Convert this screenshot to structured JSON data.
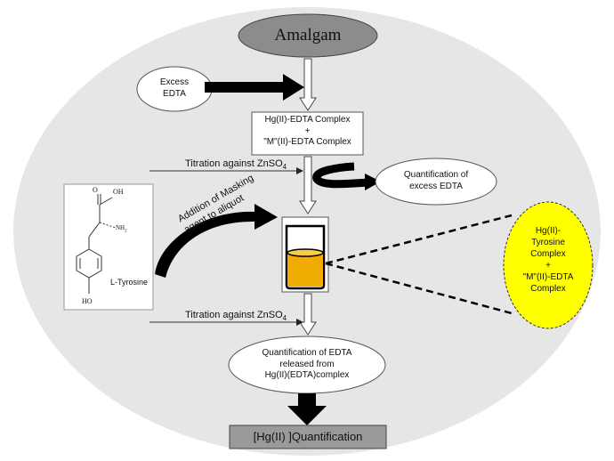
{
  "diagram": {
    "start": "Amalgam",
    "excess_edta": [
      "Excess",
      "EDTA"
    ],
    "complex_box": [
      "Hg(II)-EDTA Complex",
      "+",
      "\"M\"(II)-EDTA Complex"
    ],
    "titration_label": "Titration against ZnSO",
    "titration_sub": "4",
    "quant_excess": [
      "Quantification of",
      "excess EDTA"
    ],
    "masking": [
      "Addition of Masking",
      "agent to aliquot"
    ],
    "tyrosine_label": "L-Tyrosine",
    "molecule": {
      "oh_acid": "OH",
      "carbonyl": "O",
      "amine": "NH",
      "amine_sub": "2",
      "phenol": "HO"
    },
    "yellow_ellipse": [
      "Hg(II)-",
      "Tyrosine",
      "Complex",
      "+",
      "\"M\"(II)-EDTA",
      "Complex"
    ],
    "quant_released": [
      "Quantification of EDTA",
      "released from",
      "Hg(II)(EDTA)complex"
    ],
    "final": "[Hg(II) ]Quantification"
  },
  "colors": {
    "background_ellipse": "#e6e6e6",
    "amalgam_fill": "#8c8c8c",
    "final_fill": "#9a9a9a",
    "liquid": "#f0ac00",
    "yellow_ellipse": "#ffff00",
    "arrow_dark": "#000000"
  }
}
